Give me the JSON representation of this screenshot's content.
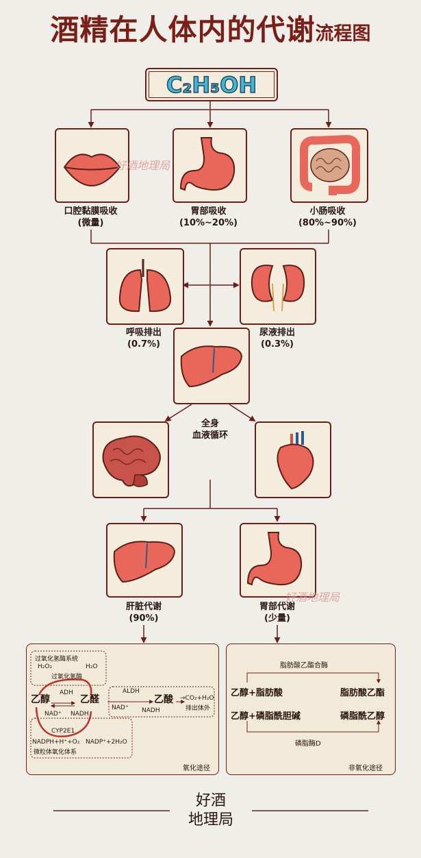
{
  "title": {
    "main": "酒精在人体内的代谢",
    "suffix": "流程图"
  },
  "formula": "C₂H₅OH",
  "absorption": [
    {
      "name": "口腔黏膜吸收",
      "amount": "(微量)"
    },
    {
      "name": "胃部吸收",
      "amount": "(10%~20%)"
    },
    {
      "name": "小肠吸收",
      "amount": "(80%~90%)"
    }
  ],
  "excretion": [
    {
      "name": "呼吸排出",
      "amount": "(0.7%)"
    },
    {
      "name": "尿液排出",
      "amount": "(0.3%)"
    }
  ],
  "circulation": "全身\n血液循环",
  "circulation_l1": "全身",
  "circulation_l2": "血液循环",
  "metabolism": [
    {
      "name": "肝脏代谢",
      "amount": "(90%)"
    },
    {
      "name": "胃部代谢",
      "amount": "(少量)"
    }
  ],
  "oxidation": {
    "catalase_system": "过氧化氢酶系统",
    "h2o2": "H₂O₂",
    "h2o": "H₂O",
    "catalase": "过氧化氢酶",
    "ethanol": "乙醇",
    "acetaldehyde": "乙醛",
    "acetic_acid": "乙酸",
    "adh": "ADH",
    "aldh": "ALDH",
    "nad1": "NAD⁺",
    "nadh1": "NADH",
    "nad2": "NAD⁺",
    "nadh2": "NADH",
    "products": "→CO₂+H₂O",
    "excreted": "排出体外",
    "cyp": "CYP2E1",
    "nadph": "NADPH+H⁺+O₂",
    "nadp": "NADP⁺+2H₂O",
    "meos": "微粒体氧化体系",
    "label": "氧化途径"
  },
  "non_oxidation": {
    "enzyme_top": "脂肪酸乙酯合酶",
    "reactant1": "乙醇+脂肪酸",
    "product1": "脂肪酸乙酯",
    "reactant2": "乙醇+磷脂酰胆碱",
    "product2": "磷脂酰乙醇",
    "enzyme_bottom": "磷脂酶D",
    "label": "非氧化途径"
  },
  "watermark": "好酒地理局",
  "footer": {
    "line1": "好酒",
    "line2": "地理局"
  },
  "colors": {
    "organ": "#e8675a",
    "organ_dark": "#b3392f",
    "border": "#6b1d18",
    "formula": "#3fb7d9",
    "title": "#7a1f18"
  }
}
